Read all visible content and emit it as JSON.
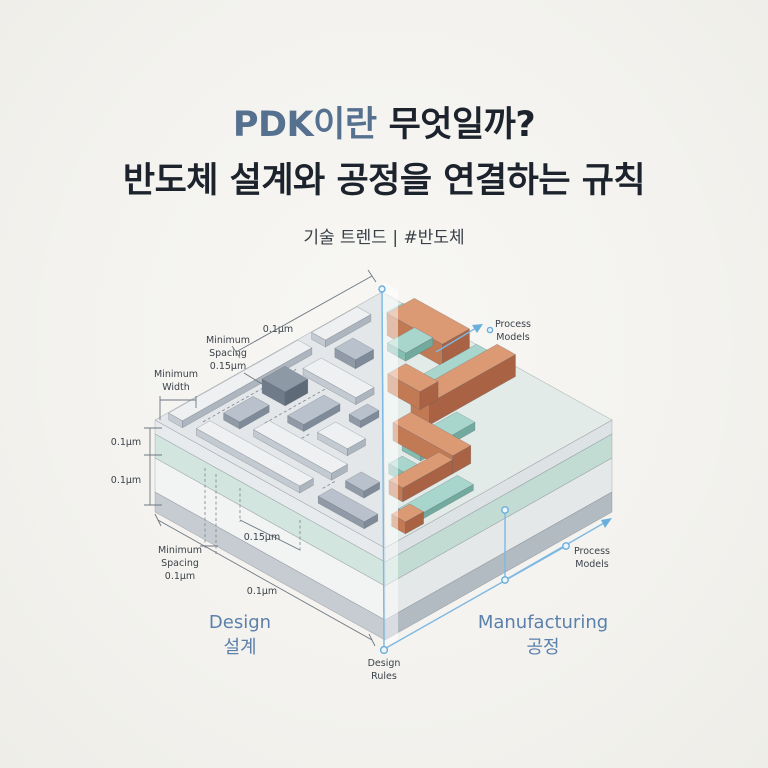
{
  "header": {
    "title_highlight": "PDK이란",
    "title_rest": "무엇일까?",
    "subtitle": "반도체 설계와 공정을 연결하는 규칙",
    "tagline": "기술 트렌드 | #반도체"
  },
  "diagram": {
    "top_width": "0.1μm",
    "min_spacing_top": [
      "Minimum",
      "Spacing",
      "0.15μm"
    ],
    "min_width": [
      "Minimum",
      "Width"
    ],
    "left_dim_upper": "0.1μm",
    "left_dim_lower": "0.1μm",
    "mid_spacing": "0.15μm",
    "min_spacing_bottom": [
      "Minimum",
      "Spacing",
      "0.1μm"
    ],
    "bottom_width": "0.1μm",
    "design_rules": [
      "Design",
      "Rules"
    ],
    "process_models_top": [
      "Process",
      "Models"
    ],
    "process_models_right": [
      "Process",
      "Models"
    ],
    "design_label": {
      "en": "Design",
      "ko": "설계"
    },
    "manufacturing_label": {
      "en": "Manufacturing",
      "ko": "공정"
    }
  },
  "colors": {
    "background": "#f4f3ef",
    "title_highlight": "#56708f",
    "title_text": "#1c232c",
    "label_accent": "#5a80ab",
    "guide_line": "#7db9e2",
    "metal": "#dc9a74",
    "diffusion": "#a9d6cc"
  }
}
